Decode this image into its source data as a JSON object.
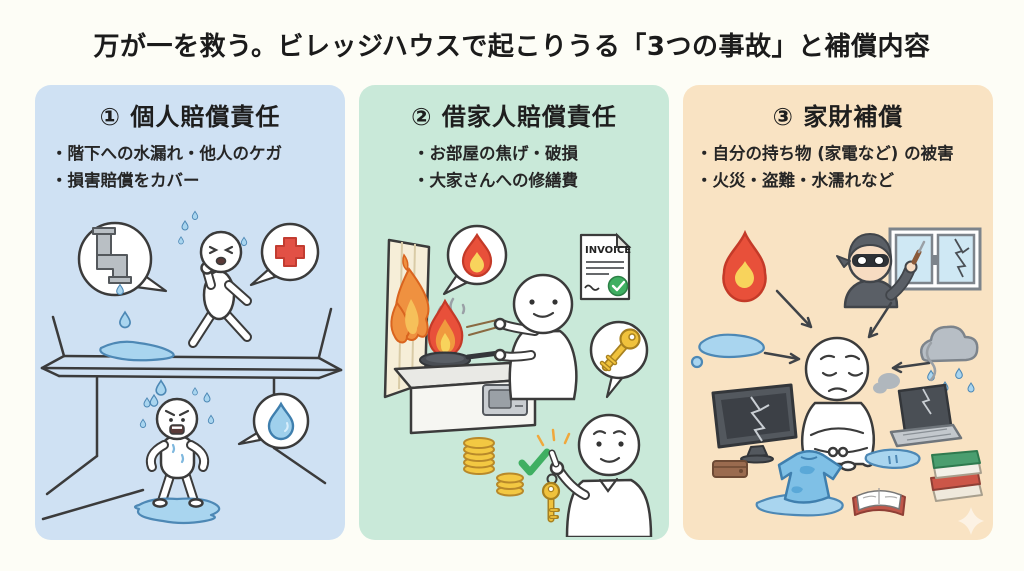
{
  "page": {
    "title": "万が一を救う。ビレッジハウスで起こりうる「3つの事故」と補償内容",
    "background": "#fdfdf6"
  },
  "colors": {
    "panel_blue": "#cfe1f3",
    "panel_green": "#c9e9d9",
    "panel_peach": "#f9e3c3",
    "outline": "#3b3b3b",
    "flame_red": "#e8503a",
    "flame_orange": "#f09a3e",
    "flame_yellow": "#f8d35c",
    "water_blue": "#a9d5ef",
    "coin_gold": "#f3c842",
    "key_gold": "#f0c23c",
    "check_green": "#3faf62",
    "cross_red": "#e25045"
  },
  "panels": [
    {
      "title": "① 個人賠償責任",
      "bullets": [
        "・階下への水漏れ・他人のケガ",
        "・損害賠償をカバー"
      ],
      "background": "#cfe1f3",
      "icons": [
        "leaking-pipe-bubble-icon",
        "red-cross-bubble-icon",
        "water-drop-bubble-icon",
        "crying-person-upstairs",
        "soaked-angry-person",
        "floor-leak"
      ]
    },
    {
      "title": "② 借家人賠償責任",
      "bullets": [
        "・お部屋の焦げ・破損",
        "・大家さんへの修繕費"
      ],
      "background": "#c9e9d9",
      "invoice_label": "INVOICE",
      "icons": [
        "burning-wall",
        "flame-bubble-icon",
        "pan-fire",
        "cooking-person",
        "invoice-document-icon",
        "key-bubble-icon",
        "coin-stacks-icon",
        "check-icon",
        "person-with-key"
      ]
    },
    {
      "title": "③ 家財補償",
      "bullets": [
        "・自分の持ち物 (家電など) の被害",
        "・火災・盗難・水濡れなど"
      ],
      "background": "#f9e3c3",
      "icons": [
        "fire-icon",
        "burglar-broken-window-icon",
        "water-puddle-icon",
        "rain-cloud-icon",
        "sad-person",
        "broken-tv-icon",
        "broken-laptop-icon",
        "wet-clothes-icon",
        "open-book-icon",
        "book-stack-icon",
        "wallet-icon",
        "sparkle-icon"
      ]
    }
  ]
}
